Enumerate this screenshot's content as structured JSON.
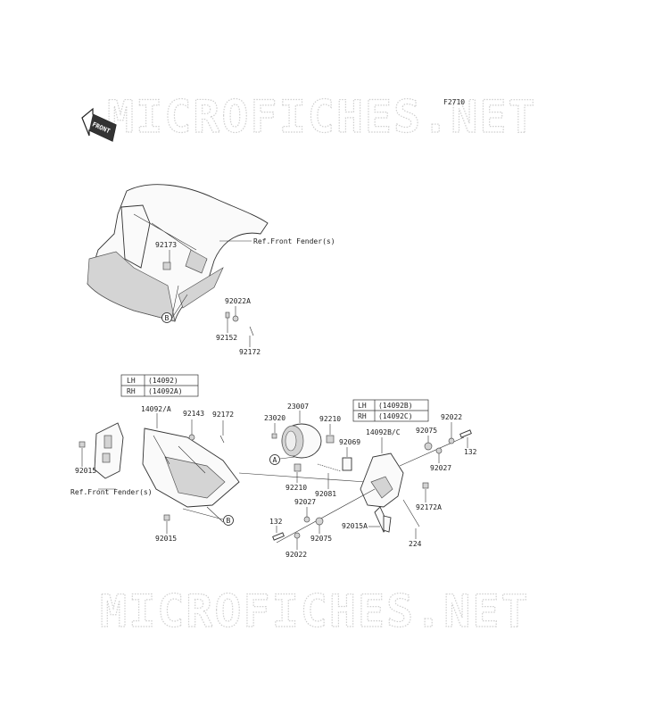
{
  "watermark": "MICROFICHES.NET",
  "figure_code": "F2710",
  "front_label": "FRONT",
  "callouts": {
    "a": "A",
    "b": "B"
  },
  "refs": {
    "front_fender_top": "Ref.Front Fender(s)",
    "front_fender_left": "Ref.Front Fender(s)"
  },
  "table_left": [
    {
      "side": "LH",
      "part": "(14092)"
    },
    {
      "side": "RH",
      "part": "(14092A)"
    }
  ],
  "table_right": [
    {
      "side": "LH",
      "part": "(14092B)"
    },
    {
      "side": "RH",
      "part": "(14092C)"
    }
  ],
  "parts": {
    "p92173": "92173",
    "p92022A": "92022A",
    "p92152": "92152",
    "p92172_top": "92172",
    "p14092_A": "14092/A",
    "p92143": "92143",
    "p92172_mid": "92172",
    "p92015_left": "92015",
    "p92015_bottom": "92015",
    "p23007": "23007",
    "p23020": "23020",
    "p92210_top": "92210",
    "p92069": "92069",
    "p92210_bottom": "92210",
    "p92081": "92081",
    "p14092B_C": "14092B/C",
    "p92075_top": "92075",
    "p92022_top": "92022",
    "p132_top": "132",
    "p92027_top": "92027",
    "p92172A": "92172A",
    "p92027_bottom": "92027",
    "p132_bottom": "132",
    "p92075_bottom": "92075",
    "p92022_bottom": "92022",
    "p92015A": "92015A",
    "p224": "224"
  }
}
